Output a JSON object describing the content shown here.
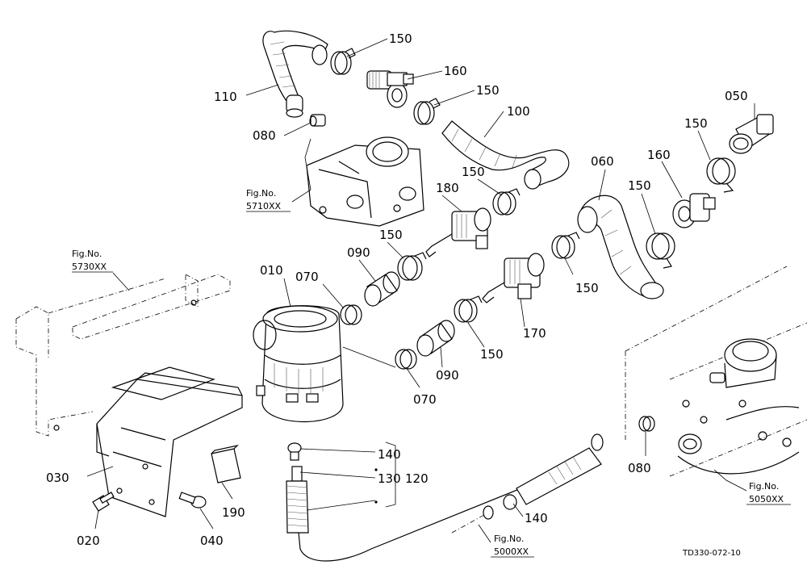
{
  "callouts": {
    "c150_a": "150",
    "c160_a": "160",
    "c150_b": "150",
    "c110": "110",
    "c100": "100",
    "c050": "050",
    "c080_a": "080",
    "c150_c": "150",
    "c060": "060",
    "c150_d": "150",
    "c180": "180",
    "c160_b": "160",
    "c150_e": "150",
    "c010": "010",
    "c090_a": "090",
    "c150_f": "150",
    "c070_a": "070",
    "c170": "170",
    "c150_g": "150",
    "c070_b": "070",
    "c090_b": "090",
    "c140_a": "140",
    "c130": "130",
    "c120": "120",
    "c030": "030",
    "c190": "190",
    "c020": "020",
    "c040": "040",
    "c140_b": "140",
    "c080_b": "080"
  },
  "figure_refs": {
    "f5710_label": "Fig.No.",
    "f5710_num": "5710XX",
    "f5730_label": "Fig.No.",
    "f5730_num": "5730XX",
    "f5000_label": "Fig.No.",
    "f5000_num": "5000XX",
    "f5050_label": "Fig.No.",
    "f5050_num": "5050XX"
  },
  "drawing_code": "TD330-072-10"
}
